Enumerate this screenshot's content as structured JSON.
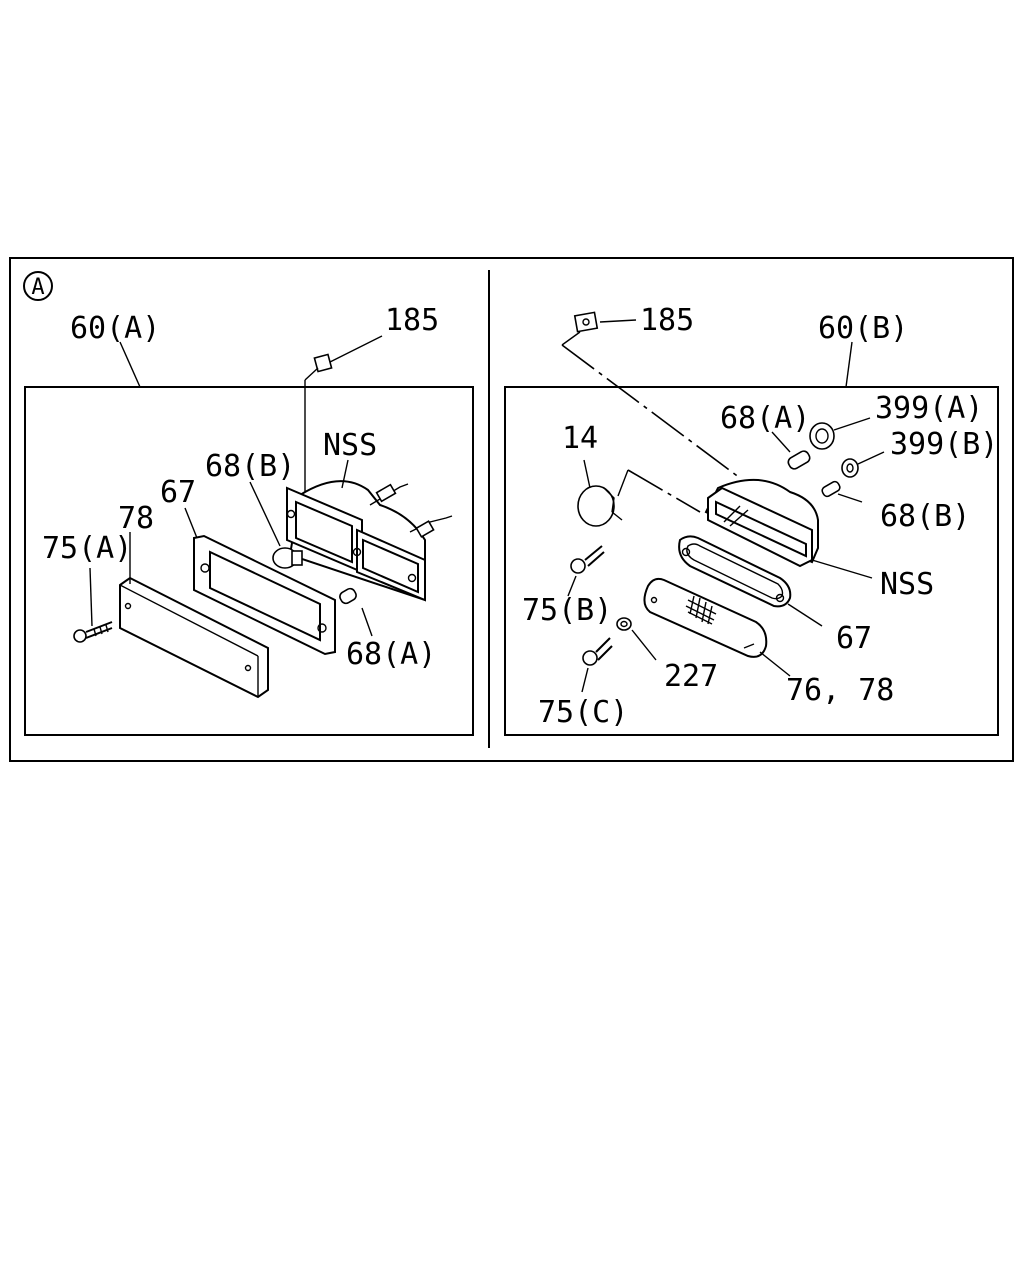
{
  "section_marker": "A",
  "left_panel": {
    "assembly_label": "60(A)",
    "labels": {
      "clip": "185",
      "socket": "NSS",
      "bulb_b": "68(B)",
      "gasket": "67",
      "lens": "78",
      "screw": "75(A)",
      "bulb_a": "68(A)"
    }
  },
  "right_panel": {
    "assembly_label": "60(B)",
    "labels": {
      "clip": "185",
      "bulb_a": "68(A)",
      "socket_a": "399(A)",
      "socket_b": "399(B)",
      "bulb_b": "68(B)",
      "housing_nss": "NSS",
      "gasket": "67",
      "lens": "76, 78",
      "washer": "227",
      "screw_c": "75(C)",
      "screw_b": "75(B)",
      "lamp": "14"
    }
  }
}
